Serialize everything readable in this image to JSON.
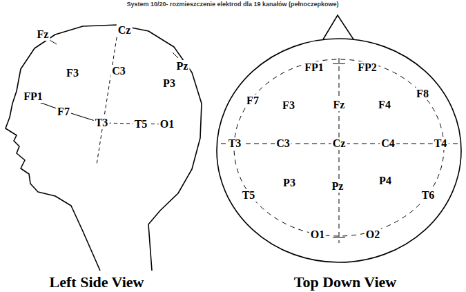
{
  "diagram": {
    "title": "System 10/20- rozmieszczenie elektrod dla 19 kanałów (pełnoczepkowe)",
    "labels": [
      "Fz",
      "Cz",
      "F3",
      "C3",
      "Pz",
      "P3",
      "FP1",
      "F7",
      "T3",
      "T5",
      "O1",
      "Left Side View",
      "FP1",
      "FP2",
      "F7",
      "F3",
      "Fz",
      "F4",
      "F8",
      "T3",
      "C3",
      "Cz",
      "C4",
      "T4",
      "T5",
      "P3",
      "Pz",
      "P4",
      "T6",
      "O1",
      "O2",
      "Top Down View"
    ]
  }
}
